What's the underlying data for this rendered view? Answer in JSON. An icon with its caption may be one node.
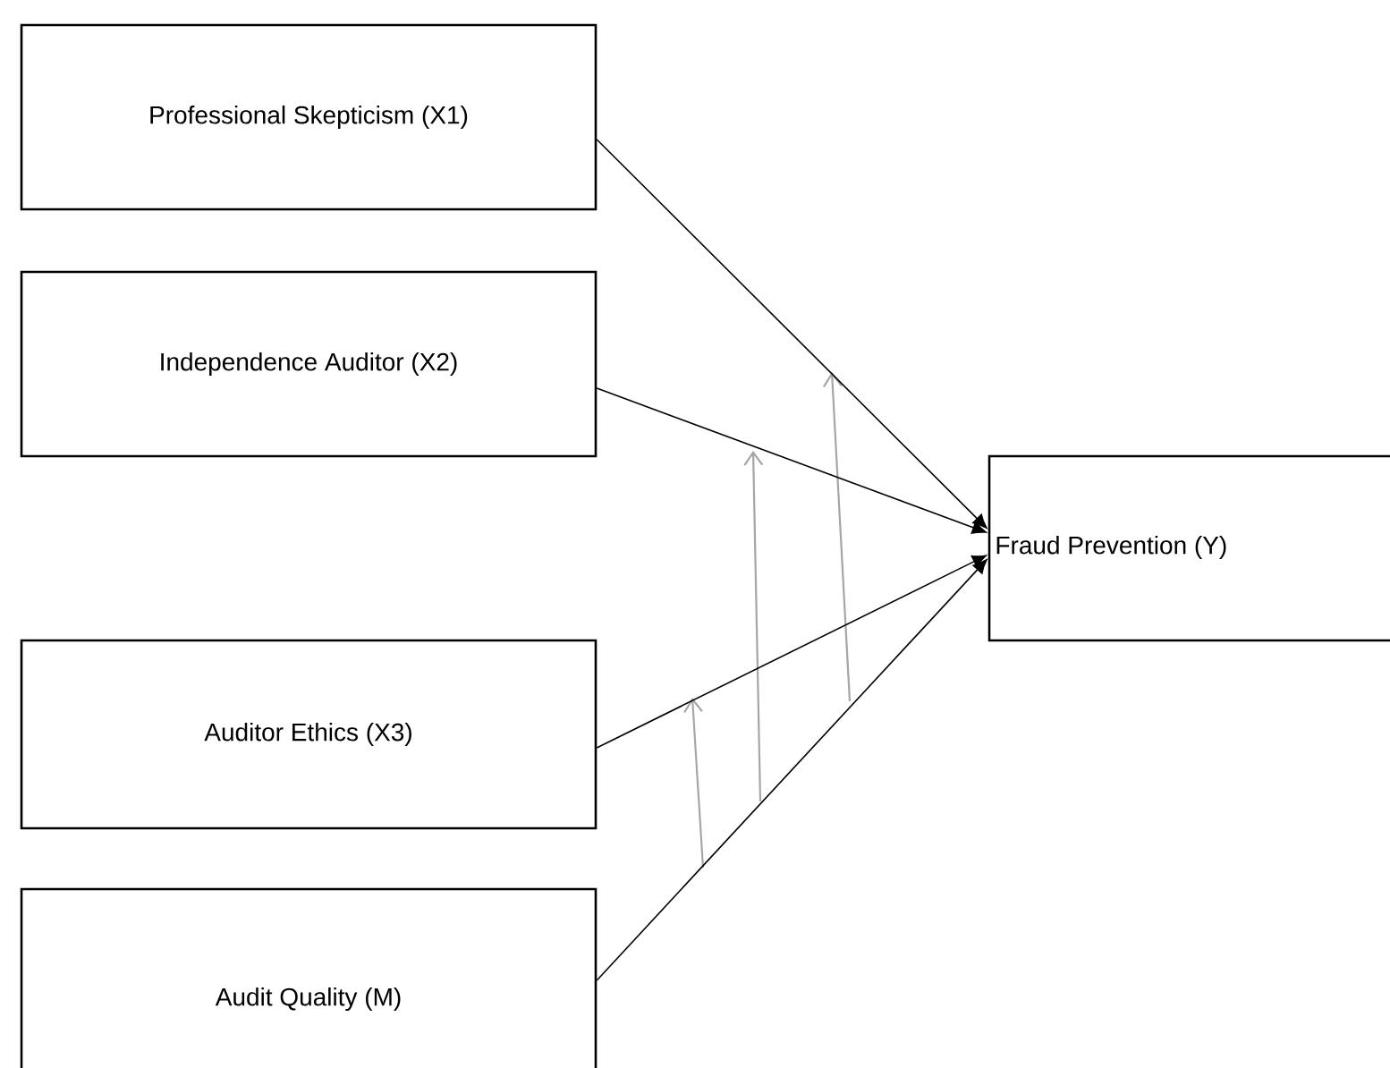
{
  "diagram": {
    "nodes": [
      {
        "text": [
          "Professional Skepticism (X1)"
        ]
      },
      {
        "text": [
          "Independence Auditor (X2)"
        ]
      },
      {
        "text": [
          "Auditor Ethics (X3)"
        ]
      },
      {
        "text": [
          "Audit Quality (M)"
        ]
      },
      {
        "text": [
          "Fraud Prevention (Y)"
        ]
      }
    ],
    "edges": [
      {
        "from": 0,
        "to": 4,
        "arrow": "to"
      },
      {
        "from": 1,
        "to": 4,
        "arrow": "to"
      },
      {
        "from": 2,
        "to": 4,
        "arrow": "to"
      },
      {
        "from": 3,
        "to": 4,
        "arrow": "to"
      }
    ]
  }
}
